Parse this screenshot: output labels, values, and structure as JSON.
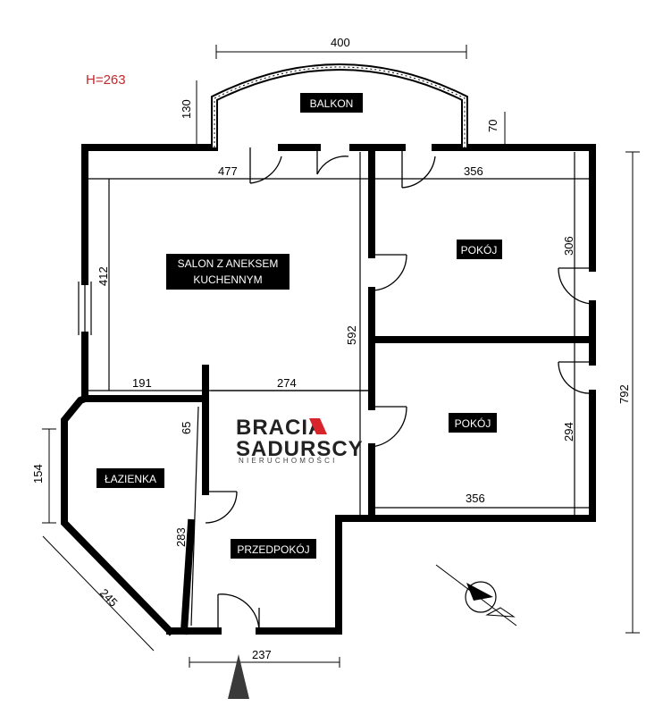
{
  "height_label": "H=263",
  "rooms": {
    "balkon": "BALKON",
    "salon_line1": "SALON Z ANEKSEM",
    "salon_line2": "KUCHENNYM",
    "pokoj_top": "POKÓJ",
    "pokoj_bottom": "POKÓJ",
    "lazienka": "ŁAZIENKA",
    "przedpokoj": "PRZEDPOKÓJ"
  },
  "dimensions": {
    "balcony_width": "400",
    "balcony_depth_left": "130",
    "balcony_depth_right": "70",
    "salon_width": "477",
    "top_room_width": "356",
    "salon_depth": "412",
    "top_room_depth": "306",
    "total_depth": "792",
    "central_depth": "592",
    "bathroom_top_width": "191",
    "hall_width": "274",
    "bottom_room_depth": "294",
    "bottom_room_width": "356",
    "bathroom_depth": "154",
    "bathroom_side": "65",
    "bathroom_diag": "245",
    "hall_depth": "283",
    "entry_width": "237"
  },
  "logo": {
    "line1": "BRACIA",
    "line2": "SADURSCY",
    "tagline": "NIERUCHOMOŚCI"
  },
  "colors": {
    "height_text": "#c0282d",
    "logo_accent": "#d8252b",
    "logo_text": "#222222"
  }
}
